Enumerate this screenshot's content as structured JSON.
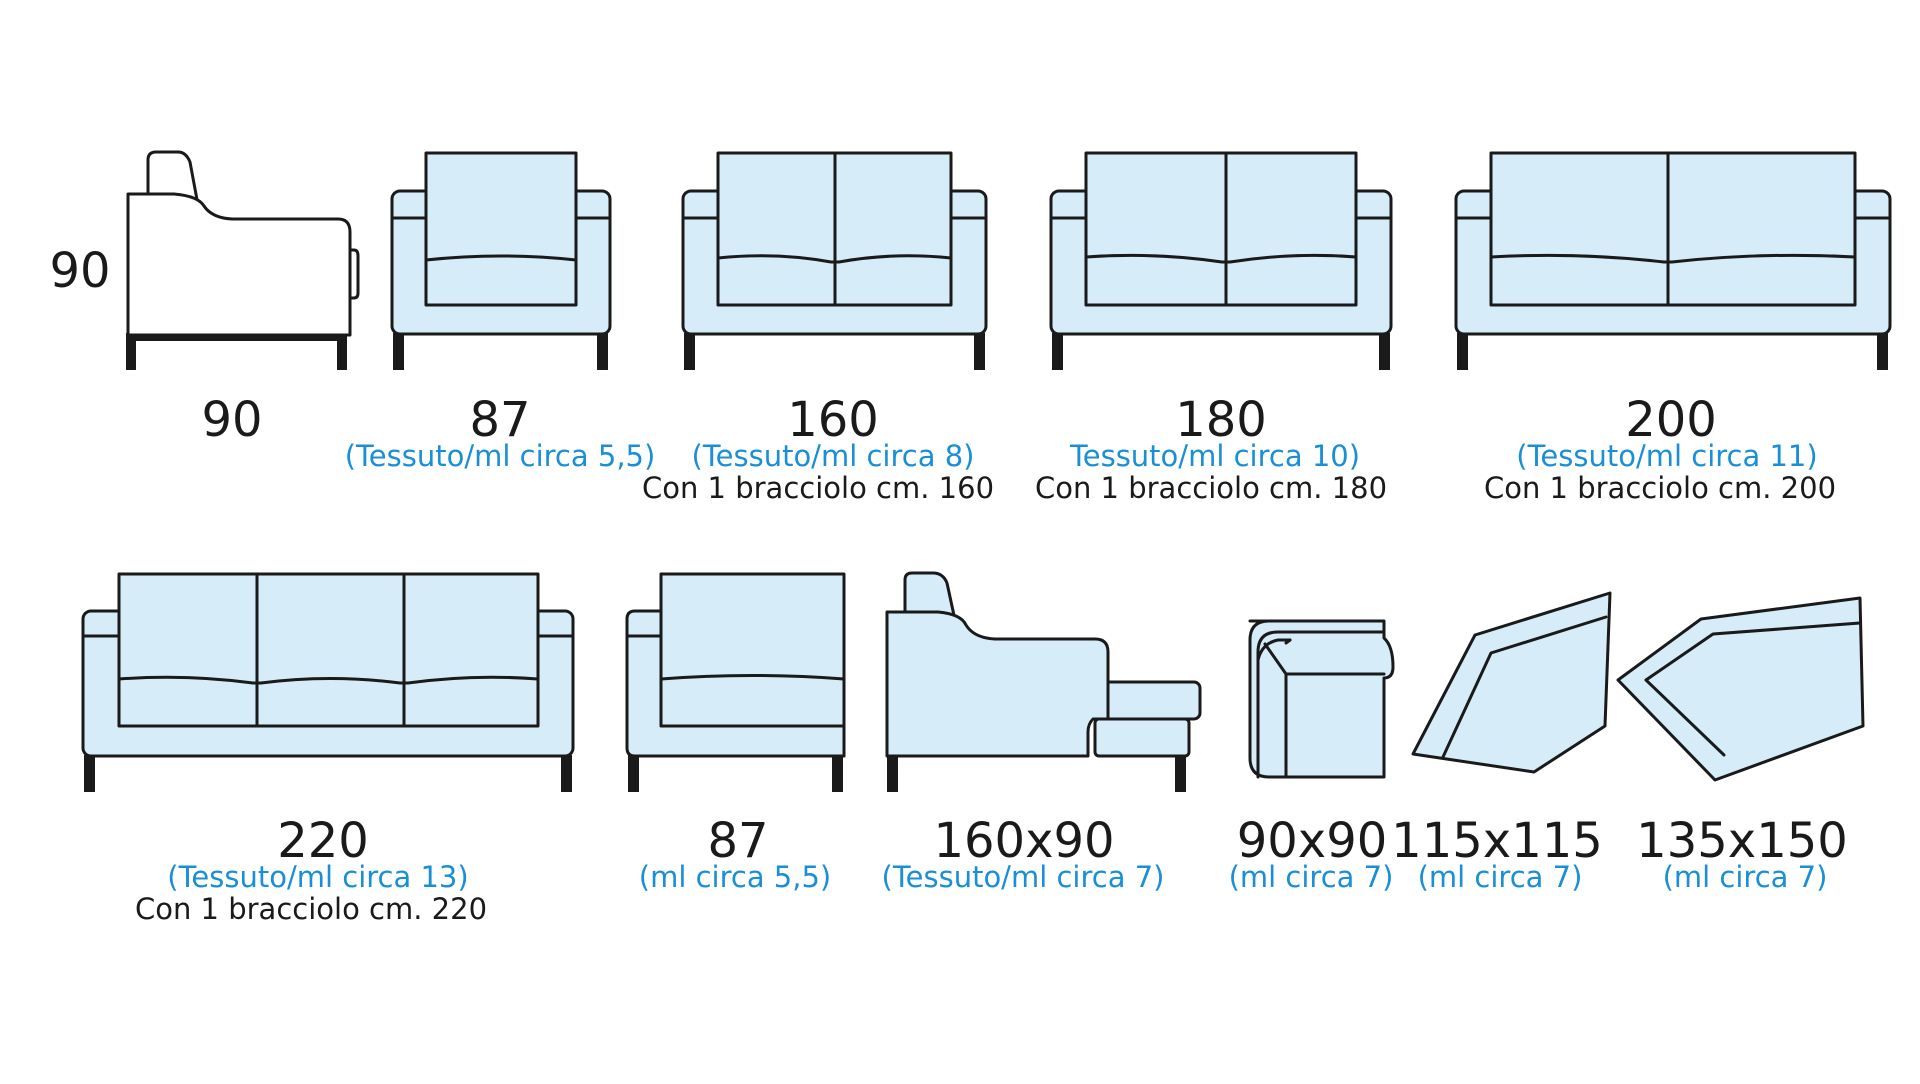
{
  "height_label": "90",
  "items": [
    {
      "size": "90",
      "fabric": "",
      "note": ""
    },
    {
      "size": "87",
      "fabric": "(Tessuto/ml circa 5,5)",
      "note": ""
    },
    {
      "size": "160",
      "fabric": "(Tessuto/ml circa 8)",
      "note": "Con 1 bracciolo cm. 160"
    },
    {
      "size": "180",
      "fabric": "Tessuto/ml circa 10)",
      "note": "Con 1 bracciolo cm. 180"
    },
    {
      "size": "200",
      "fabric": "(Tessuto/ml circa 11)",
      "note": "Con 1 bracciolo cm. 200"
    },
    {
      "size": "220",
      "fabric": "(Tessuto/ml circa 13)",
      "note": "Con 1 bracciolo cm. 220"
    },
    {
      "size": "87",
      "fabric": "(ml circa 5,5)",
      "note": ""
    },
    {
      "size": "160x90",
      "fabric": "(Tessuto/ml circa 7)",
      "note": ""
    },
    {
      "size": "90x90",
      "fabric": "(ml circa 7)",
      "note": ""
    },
    {
      "size": "115x115",
      "fabric": "(ml circa 7)",
      "note": ""
    },
    {
      "size": "135x150",
      "fabric": "(ml circa 7)",
      "note": ""
    }
  ],
  "colors": {
    "upholstery": "#d6ecf8",
    "outline": "#1a1a1a",
    "fabric_text": "#1a8fd6"
  }
}
